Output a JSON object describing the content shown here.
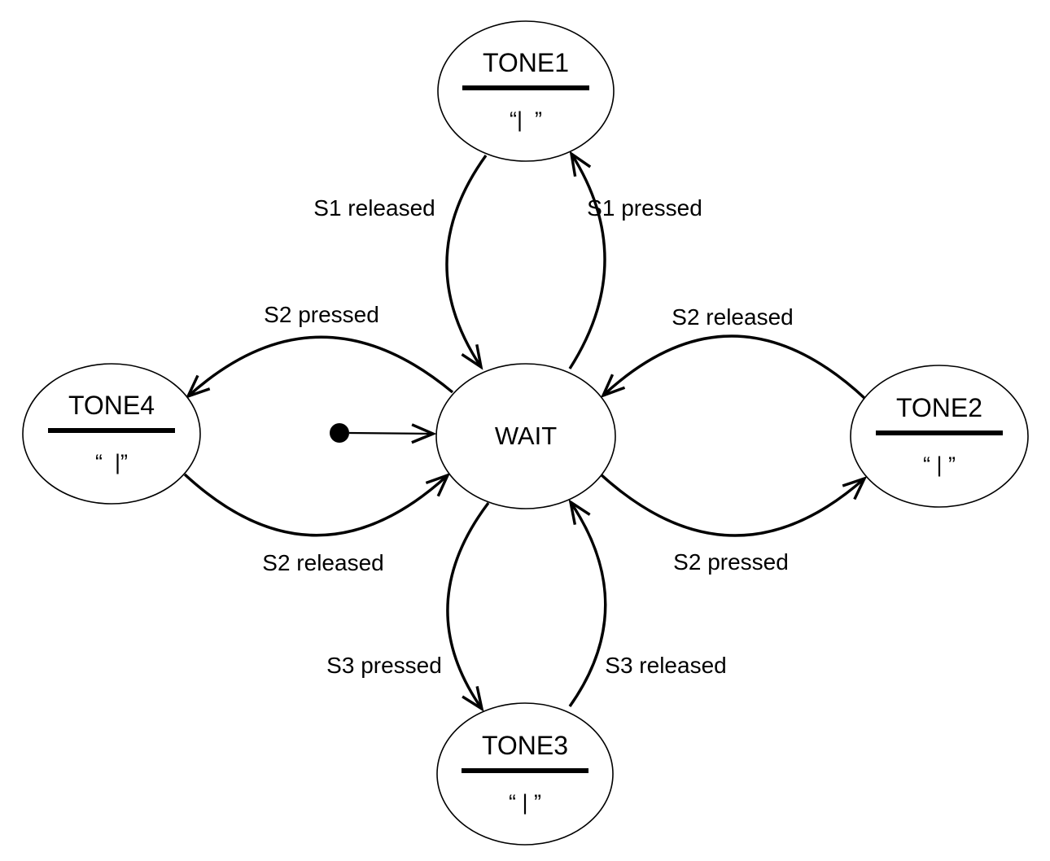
{
  "diagram": {
    "kind": "uml-state-machine",
    "background_color": "#ffffff",
    "stroke_color": "#000000",
    "states": [
      {
        "name": "TONE1",
        "action": "“|  ”",
        "position": "top"
      },
      {
        "name": "TONE2",
        "action": "“ | ”",
        "position": "right"
      },
      {
        "name": "TONE3",
        "action": "“ | ”",
        "position": "bottom"
      },
      {
        "name": "TONE4",
        "action": "“  |”",
        "position": "left"
      },
      {
        "name": "WAIT",
        "position": "center"
      }
    ],
    "initial": {
      "target": "WAIT",
      "marker": "filled-circle"
    },
    "transitions": [
      {
        "from": "TONE1",
        "to": "WAIT",
        "label": "S1 released"
      },
      {
        "from": "WAIT",
        "to": "TONE1",
        "label": "S1 pressed"
      },
      {
        "from": "WAIT",
        "to": "TONE4",
        "label": "S2 pressed"
      },
      {
        "from": "TONE4",
        "to": "WAIT",
        "label": "S2 released"
      },
      {
        "from": "TONE2",
        "to": "WAIT",
        "label": "S2 released"
      },
      {
        "from": "WAIT",
        "to": "TONE2",
        "label": "S2 pressed"
      },
      {
        "from": "WAIT",
        "to": "TONE3",
        "label": "S3 pressed"
      },
      {
        "from": "TONE3",
        "to": "WAIT",
        "label": "S3 released"
      }
    ]
  }
}
